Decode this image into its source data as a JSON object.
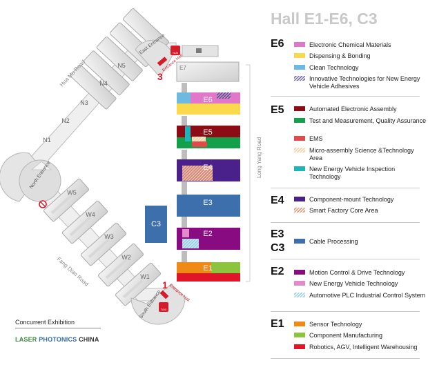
{
  "title": "Hall E1-E6, C3",
  "map": {
    "roads": {
      "north": "Hua Mu Road",
      "east": "Long Yang Road",
      "south": "Fang Dian Road"
    },
    "north_halls": [
      "N5",
      "N4",
      "N3",
      "N2",
      "N1"
    ],
    "west_halls": [
      "W5",
      "W4",
      "W3",
      "W2",
      "W1"
    ],
    "hall_logo": "LASER PHOTONICS CHINA",
    "e7": "E7",
    "c3": "C3",
    "east_entrance": "East Entrance",
    "east_entrance_hall": {
      "number": "3",
      "label": "Entrance Hall"
    },
    "south_entrance": "South Entrance",
    "south_entrance_hall": {
      "number": "1",
      "label": "Entrance Hall"
    },
    "north_entrance": "North Entrance",
    "taxi": "TAXI",
    "halls": [
      {
        "name": "E6",
        "colors": [
          "#6db9e0",
          "#e077c8",
          "#fad94c"
        ]
      },
      {
        "name": "E5",
        "colors": [
          "#8b0c14",
          "#14a04a",
          "#e24a4a",
          "#1fb5b8"
        ]
      },
      {
        "name": "E4",
        "colors": [
          "#4a208a",
          "#d68a78"
        ]
      },
      {
        "name": "E3",
        "colors": [
          "#3d6fad"
        ]
      },
      {
        "name": "E2",
        "colors": [
          "#880b82",
          "#e48acb"
        ]
      },
      {
        "name": "E1",
        "colors": [
          "#ee8a15",
          "#8cc43d",
          "#e0152a"
        ]
      }
    ]
  },
  "legend": [
    {
      "code": "E6",
      "items": [
        {
          "label": "Electronic Chemical Materials",
          "color": "#e077c8",
          "hatched": false
        },
        {
          "label": "Dispensing & Bonding",
          "color": "#fad94c",
          "hatched": false
        },
        {
          "label": "Clean Technology",
          "color": "#6db9e0",
          "hatched": false
        },
        {
          "label": "Innovative Technologies for New Energy Vehicle Adhesives",
          "color": "#7d6fb0",
          "hatched": true
        }
      ]
    },
    {
      "code": "E5",
      "items": [
        {
          "label": "Automated Electronic Assembly",
          "color": "#8b0c14",
          "hatched": false
        },
        {
          "label": "Test and Measurement, Quality Assurance",
          "color": "#14a04a",
          "hatched": false
        },
        {
          "label": "EMS",
          "color": "#e24a4a",
          "hatched": false
        },
        {
          "label": "Micro-assembly Science &Technology Area",
          "color": "#f2d3a6",
          "hatched": true
        },
        {
          "label": "New Energy Vehicle Inspection Technology",
          "color": "#1fb5b8",
          "hatched": false
        }
      ]
    },
    {
      "code": "E4",
      "items": [
        {
          "label": "Component-mount Technology",
          "color": "#4a208a",
          "hatched": false
        },
        {
          "label": "Smart Factory Core Area",
          "color": "#e89b7c",
          "hatched": true
        }
      ]
    },
    {
      "code": "E3",
      "code2": "C3",
      "items": [
        {
          "label": "Cable Processing",
          "color": "#3d6fad",
          "hatched": false
        }
      ]
    },
    {
      "code": "E2",
      "items": [
        {
          "label": "Motion Control & Drive Technology",
          "color": "#880b82",
          "hatched": false
        },
        {
          "label": "New Energy Vehicle Technology",
          "color": "#e48acb",
          "hatched": false
        },
        {
          "label": "Automotive PLC Industrial Control System",
          "color": "#9fd0e8",
          "hatched": true
        }
      ]
    },
    {
      "code": "E1",
      "items": [
        {
          "label": "Sensor Technology",
          "color": "#ee8a15",
          "hatched": false
        },
        {
          "label": "Component Manufacturing",
          "color": "#8cc43d",
          "hatched": false
        },
        {
          "label": "Robotics, AGV, Intelligent Warehousing",
          "color": "#e0152a",
          "hatched": false
        }
      ]
    }
  ],
  "concurrent": {
    "label": "Concurrent Exhibition",
    "logo_part1": "LASER",
    "logo_part2": "PHOTONICS",
    "logo_part3": "CHINA"
  }
}
